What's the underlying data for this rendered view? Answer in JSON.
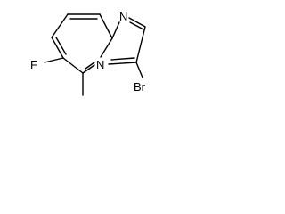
{
  "molecule": {
    "atoms": {
      "nitrogen_imidazole": "N",
      "nitrogen_bridge": "N",
      "fluorine": "F",
      "bromine": "Br"
    }
  },
  "colors": {
    "background": "#ffffff",
    "ink": "#000000"
  }
}
